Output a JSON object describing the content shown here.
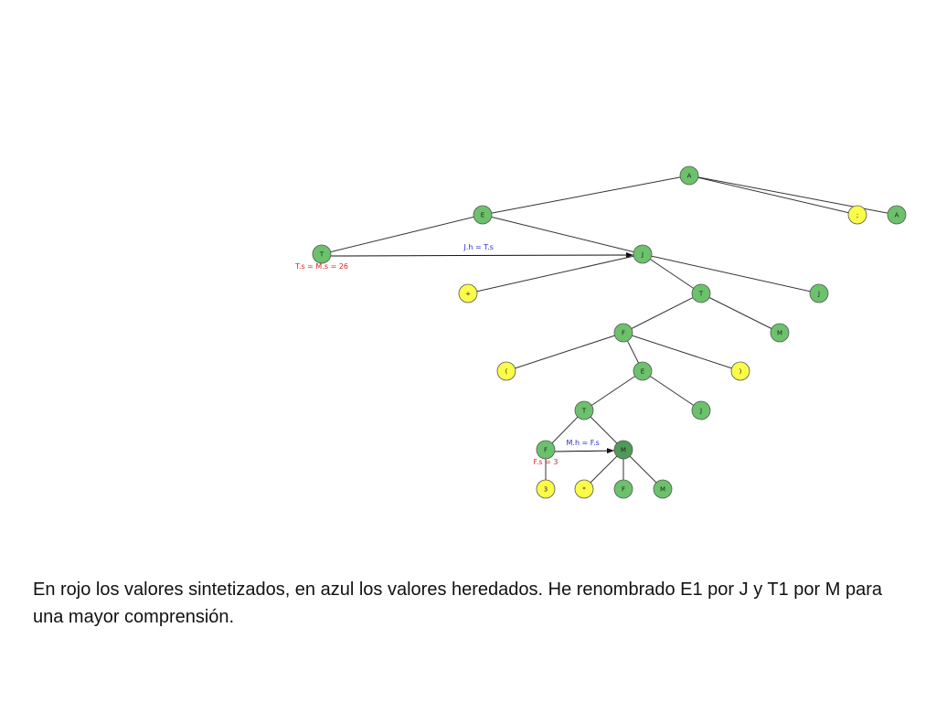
{
  "colors": {
    "green": "#6cc26c",
    "dark_green": "#4f9a57",
    "yellow": "#fbfb4a",
    "synthesized": "#e02020",
    "inherited": "#2a2ad0"
  },
  "tree": {
    "nodes": [
      {
        "id": "A0",
        "label": "A",
        "color": "green"
      },
      {
        "id": "E0",
        "label": "E",
        "color": "green"
      },
      {
        "id": "SEMI",
        "label": ";",
        "color": "yellow"
      },
      {
        "id": "A1",
        "label": "A",
        "color": "green"
      },
      {
        "id": "T0",
        "label": "T",
        "color": "green"
      },
      {
        "id": "J0",
        "label": "J",
        "color": "green"
      },
      {
        "id": "PLUS",
        "label": "+",
        "color": "yellow"
      },
      {
        "id": "T1",
        "label": "T",
        "color": "green"
      },
      {
        "id": "J1",
        "label": "J",
        "color": "green"
      },
      {
        "id": "F0",
        "label": "F",
        "color": "green"
      },
      {
        "id": "M0",
        "label": "M",
        "color": "green"
      },
      {
        "id": "LPAR",
        "label": "(",
        "color": "yellow"
      },
      {
        "id": "E1",
        "label": "E",
        "color": "green"
      },
      {
        "id": "RPAR",
        "label": ")",
        "color": "yellow"
      },
      {
        "id": "T2",
        "label": "T",
        "color": "green"
      },
      {
        "id": "J2",
        "label": "J",
        "color": "green"
      },
      {
        "id": "F1",
        "label": "F",
        "color": "green"
      },
      {
        "id": "M1",
        "label": "M",
        "color": "dark_green"
      },
      {
        "id": "THREE",
        "label": "3",
        "color": "yellow"
      },
      {
        "id": "STAR",
        "label": "*",
        "color": "yellow"
      },
      {
        "id": "F2",
        "label": "F",
        "color": "green"
      },
      {
        "id": "M2",
        "label": "M",
        "color": "green"
      }
    ],
    "edges": [
      [
        "A0",
        "E0"
      ],
      [
        "A0",
        "SEMI"
      ],
      [
        "A0",
        "A1"
      ],
      [
        "E0",
        "T0"
      ],
      [
        "E0",
        "J0"
      ],
      [
        "J0",
        "PLUS"
      ],
      [
        "J0",
        "T1"
      ],
      [
        "J0",
        "J1"
      ],
      [
        "T1",
        "F0"
      ],
      [
        "T1",
        "M0"
      ],
      [
        "F0",
        "LPAR"
      ],
      [
        "F0",
        "E1"
      ],
      [
        "F0",
        "RPAR"
      ],
      [
        "E1",
        "T2"
      ],
      [
        "E1",
        "J2"
      ],
      [
        "T2",
        "F1"
      ],
      [
        "T2",
        "M1"
      ],
      [
        "F1",
        "THREE"
      ],
      [
        "M1",
        "STAR"
      ],
      [
        "M1",
        "F2"
      ],
      [
        "M1",
        "M2"
      ]
    ],
    "arrows": [
      {
        "from": "T0",
        "to": "J0",
        "label": "J.h = T.s"
      },
      {
        "from": "F1",
        "to": "M1",
        "label": "M.h = F.s"
      }
    ],
    "annotations": [
      {
        "node": "T0",
        "text": "T.s = M.s = 26"
      },
      {
        "node": "F1",
        "text": "F.s = 3"
      }
    ]
  },
  "caption": "En rojo los valores sintetizados, en azul los valores heredados. He renombrado E1 por J y T1 por M para una mayor comprensión."
}
